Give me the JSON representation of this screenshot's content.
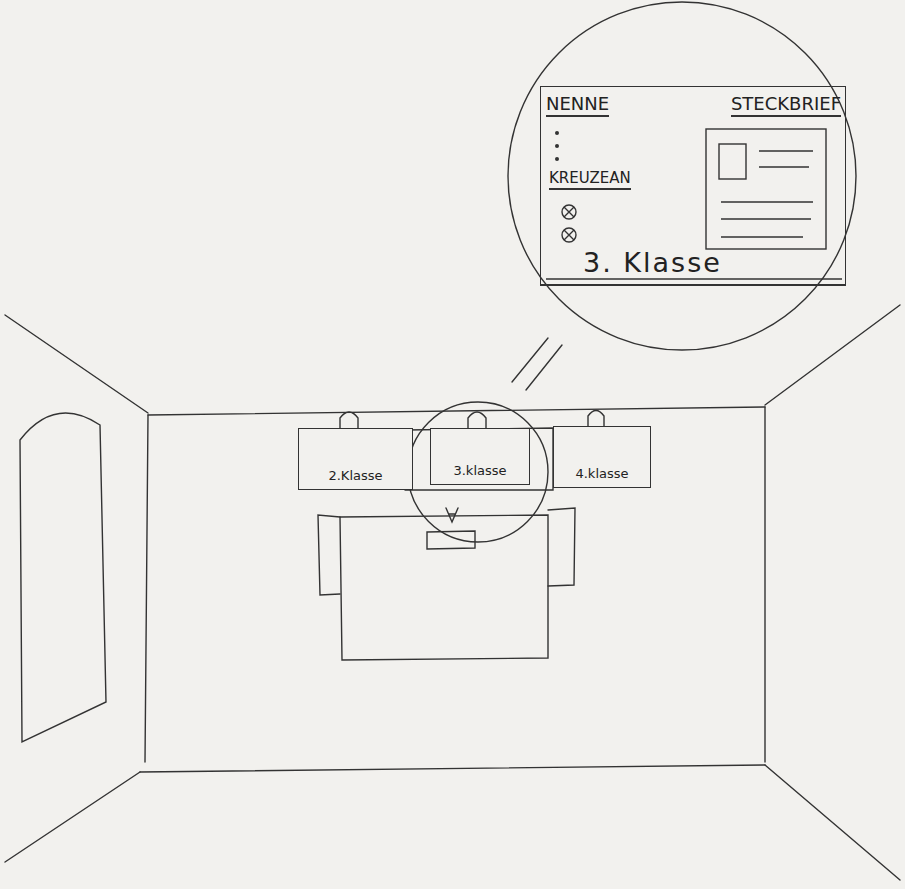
{
  "diagram": {
    "nodes": [
      {
        "text": [
          "2.Klasse"
        ]
      },
      {
        "text": [
          "3.klasse"
        ]
      },
      {
        "text": [
          "4.klasse"
        ]
      },
      {
        "text": [
          "NENNE",
          "KREUZEAN",
          "STECKBRIEF",
          "3. Klasse"
        ]
      }
    ]
  }
}
